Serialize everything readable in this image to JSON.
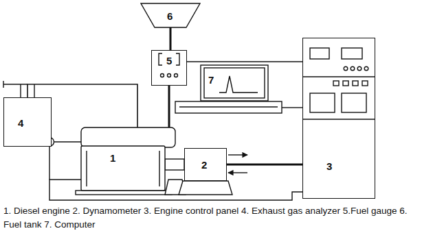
{
  "diagram": {
    "caption": "1. Diesel engine 2. Dynamometer 3. Engine control panel 4. Exhaust gas analyzer 5.Fuel gauge 6. Fuel tank 7. Computer",
    "nodes": [
      {
        "text": [
          "1"
        ]
      },
      {
        "text": [
          "2"
        ]
      },
      {
        "text": [
          "3"
        ]
      },
      {
        "text": [
          "4"
        ]
      },
      {
        "text": [
          "5"
        ]
      },
      {
        "text": [
          "6"
        ]
      },
      {
        "text": [
          "7"
        ]
      }
    ],
    "edges": [
      {
        "from": 5,
        "to": 4,
        "arrow": "none"
      },
      {
        "from": 4,
        "to": 0,
        "arrow": "none"
      },
      {
        "from": 4,
        "to": 2,
        "arrow": "none"
      },
      {
        "from": 6,
        "to": 2,
        "arrow": "none"
      },
      {
        "from": 0,
        "to": 3,
        "arrow": "none"
      },
      {
        "from": 1,
        "to": 2,
        "arrow": "none"
      },
      {
        "from": 0,
        "to": 2,
        "arrow": "none"
      }
    ]
  }
}
